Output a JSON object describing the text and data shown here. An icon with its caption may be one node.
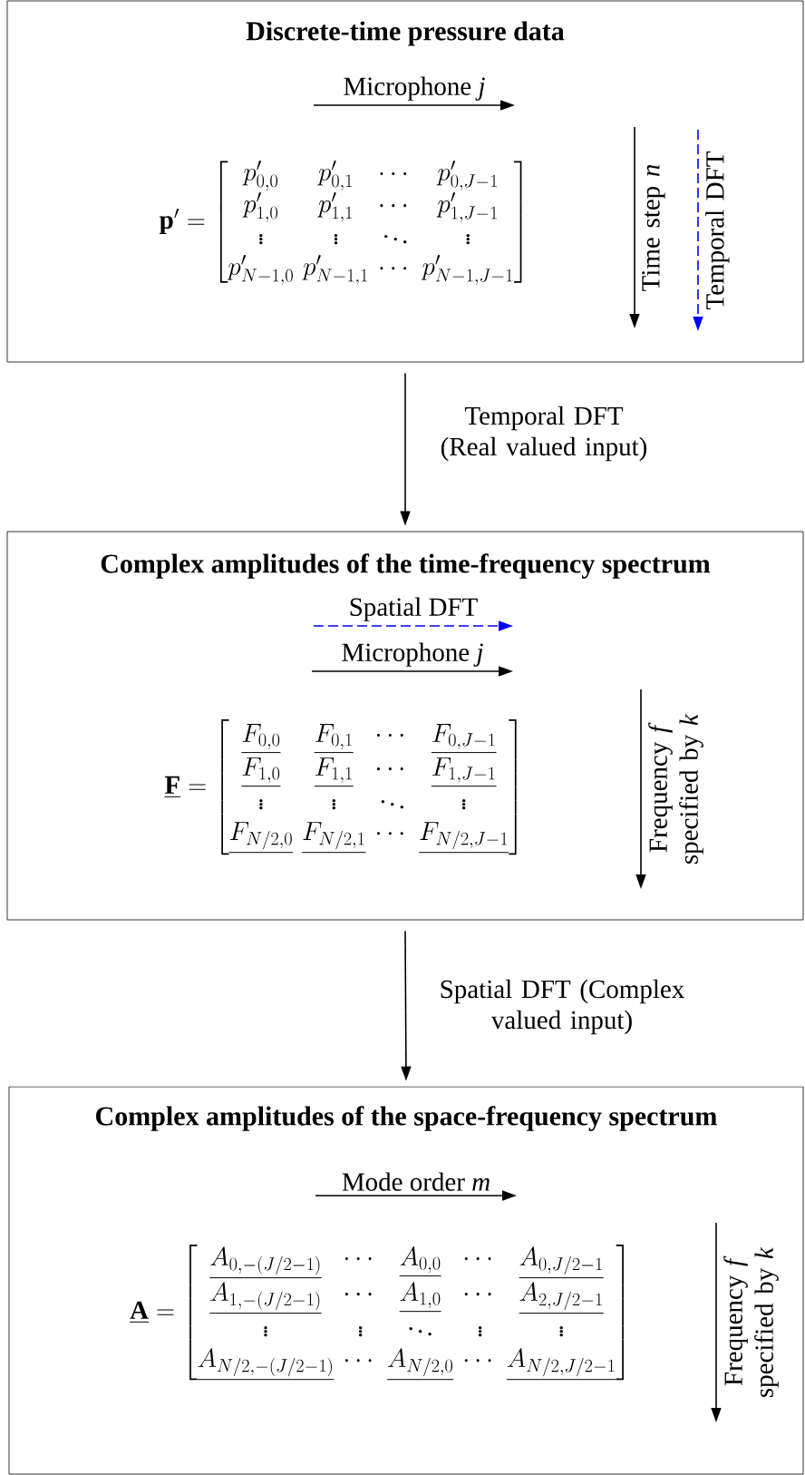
{
  "diagram": {
    "nodes": [
      {
        "text": [
          "Discrete-time pressure data"
        ]
      },
      {
        "text": [
          "\\mathbf{p}' = \\begin{bmatrix} p'_{0,0} & p'_{0,1} & \\cdots & p'_{0,J-1} \\\\ p'_{1,0} & p'_{1,1} & \\cdots & p'_{1,J-1} \\\\ \\vdots & \\vdots & \\ddots & \\vdots \\\\ p'_{N-1,0} & p'_{N-1,1} & \\cdots & p'_{N-1,J-1} \\end{bmatrix}"
        ],
        "in": 0
      },
      {
        "text": [
          "Complex amplitudes of the time-frequency spectrum"
        ]
      },
      {
        "text": [
          "\\underline{\\mathbf{F}} = \\begin{bmatrix} \\underline{F_{0,0}} & \\underline{F_{0,1}} & \\cdots & \\underline{F_{0,J-1}} \\\\ \\underline{F_{1,0}} & \\underline{F_{1,1}} & \\cdots & \\underline{F_{1,J-1}} \\\\ \\vdots & \\vdots & \\ddots & \\vdots \\\\ \\underline{F_{N/2,0}} & \\underline{F_{N/2,1}} & \\cdots & \\underline{F_{N/2,J-1}} \\end{bmatrix}"
        ],
        "in": 2
      },
      {
        "text": [
          "Complex amplitudes of the space-frequency spectrum"
        ]
      },
      {
        "text": [
          "\\underline{\\mathbf{A}} = \\begin{bmatrix} \\underline{A_{0,-(J/2-1)}} & \\cdots & \\underline{A_{0,0}} & \\cdots & \\underline{A_{0,J/2-1}} \\\\ \\underline{A_{1,-(J/2-1)}} & \\cdots & \\underline{A_{1,0}} & \\cdots & \\underline{A_{2,J/2-1}} \\\\ \\vdots & \\vdots & \\ddots & \\vdots & \\vdots \\\\ \\underline{A_{N/2,-(J/2-1)}} & \\cdots & \\underline{A_{N/2,0}} & \\cdots & \\underline{A_{N/2,J/2-1}} \\end{bmatrix}"
        ],
        "in": 4
      }
    ],
    "edges": [
      {
        "from": 0,
        "to": 2,
        "arrow": "to",
        "label": "Temporal DFT (Real valued input)"
      },
      {
        "from": 2,
        "to": 4,
        "arrow": "to",
        "label": "Spatial DFT (Complex valued input)"
      }
    ],
    "labels": [
      "Microphone *j*",
      "Time step *n*",
      "Temporal DFT",
      "Spatial DFT",
      "Microphone *j*",
      "Frequency *f* specified by *k*",
      "Mode order *m*",
      "Frequency *f* specified by *k*"
    ]
  }
}
